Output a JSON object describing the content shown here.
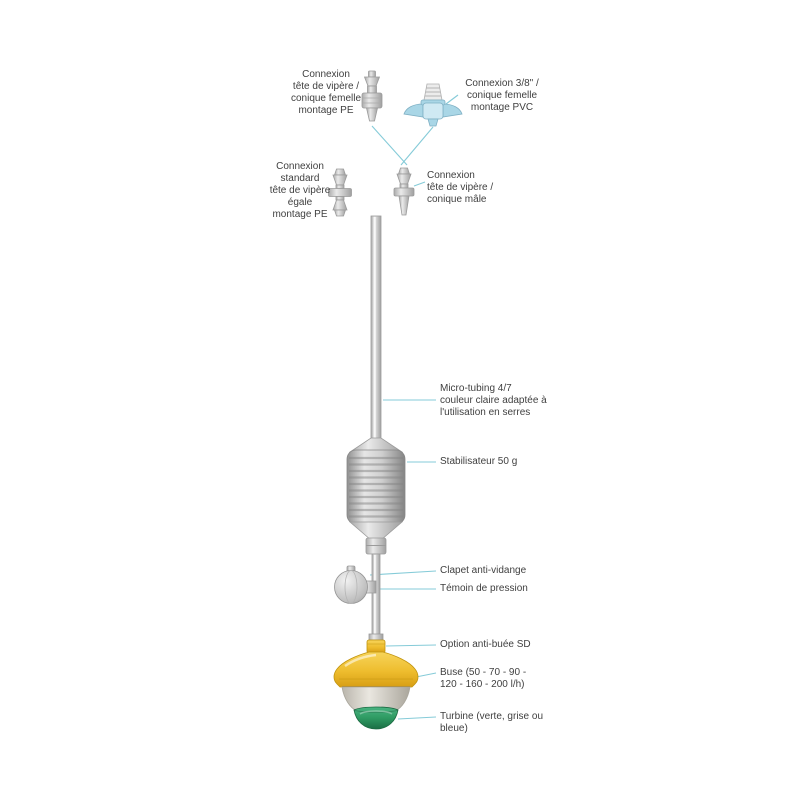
{
  "page": {
    "background": "#ffffff"
  },
  "colors": {
    "leader_line": "#85cbd8",
    "label_text": "#3f3f3f",
    "nozzle_yellow": "#eebd2e",
    "turbine_green": "#2e9a62",
    "pvc_blue": "#a9d6e6",
    "plastic_gray": "#c9c9c9"
  },
  "labels": {
    "connexion_viper_femelle": "Connexion\ntête de vipère /\nconique femelle\nmontage PE",
    "connexion_pvc": "Connexion 3/8\" /\nconique femelle\nmontage PVC",
    "connexion_standard": "Connexion\nstandard\ntête de vipère\négale\nmontage PE",
    "connexion_male": "Connexion\ntête de vipère /\nconique mâle",
    "micro_tubing": "Micro-tubing 4/7\ncouleur claire adaptée à\nl'utilisation en serres",
    "stabilisateur": "Stabilisateur 50 g",
    "clapet": "Clapet anti-vidange",
    "temoin": "Témoin de pression",
    "option_anti_buee": "Option anti-buée SD",
    "buse": "Buse (50 - 70 - 90 -\n120 - 160 - 200 l/h)",
    "turbine": "Turbine (verte, grise ou\nbleue)"
  }
}
